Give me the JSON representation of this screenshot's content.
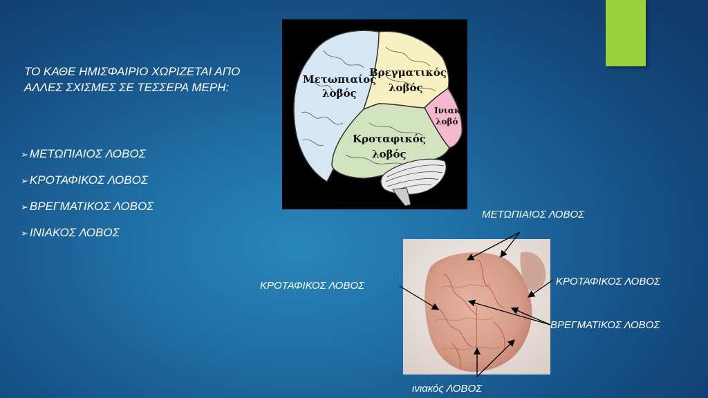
{
  "intro": "ΤΟ ΚΑΘΕ ΗΜΙΣΦΑΙΡΙΟ ΧΩΡΙΖΕΤΑΙ ΑΠΟ ΑΛΛΕΣ ΣΧΙΣΜΕΣ ΣΕ ΤΕΣΣΕΡΑ ΜΕΡΗ:",
  "bullets": [
    "ΜΕΤΩΠΙΑΙΟΣ ΛΟΒΟΣ",
    "ΚΡΟΤΑΦΙΚΟΣ ΛΟΒΟΣ",
    "ΒΡΕΓΜΑΤΙΚΟΣ ΛΟΒΟΣ",
    "ΙΝΙΑΚΟΣ ΛΟΒΟΣ"
  ],
  "bullet_icon": "arrowhead-bullet-icon",
  "diagram": {
    "frontal_1": "Μετωπιαίος",
    "frontal_2": "λοβός",
    "parietal_1": "Βρεγματικός",
    "parietal_2": "λοβός",
    "occipital_1": "Ινιακ",
    "occipital_2": "λοβό",
    "temporal_1": "Κροταφικός",
    "temporal_2": "λοβός"
  },
  "photo_labels": {
    "frontal": "ΜΕΤΩΠΙΑΙΟΣ ΛΟΒΟΣ",
    "temporal_left": "ΚΡΟΤΑΦΙΚΟΣ ΛΟΒΟΣ",
    "temporal_right": "ΚΡΟΤΑΦΙΚΟΣ ΛΟΒΟΣ",
    "parietal": "ΒΡΕΓΜΑΤΙΚΟΣ ΛΟΒΟΣ",
    "occipital": "ινιακός ΛΟΒΟΣ"
  },
  "colors": {
    "accent": "#9bd13a",
    "frontal": "#d6e6f3",
    "parietal": "#f7f1c2",
    "temporal": "#d3e3bf",
    "occipital": "#f4b8cf",
    "brain_tissue": "#d49a86"
  }
}
